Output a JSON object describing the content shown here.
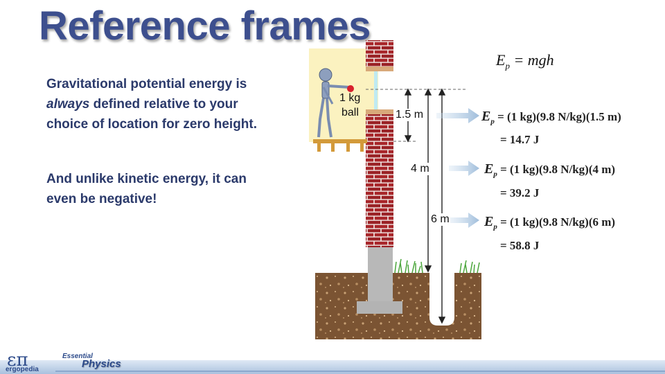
{
  "slide": {
    "title": "Reference frames",
    "para1_a": "Gravitational potential energy is ",
    "para1_em": "always",
    "para1_b": " defined relative to your choice of location for zero height.",
    "para2": "And unlike kinetic energy, it can even be negative!"
  },
  "figure": {
    "ball_label_1": "1 kg",
    "ball_label_2": "ball",
    "height_labels": [
      "1.5 m",
      "4 m",
      "6 m"
    ]
  },
  "equations": {
    "general": {
      "lhs": "E",
      "sub": "p",
      "rhs": " = mgh"
    },
    "rows": [
      {
        "E": "E",
        "sub": "p",
        "expr": " = (1 kg)(9.8 N/kg)(1.5 m)",
        "result": "= 14.7 J"
      },
      {
        "E": "E",
        "sub": "p",
        "expr": " = (1 kg)(9.8 N/kg)(4 m)",
        "result": "= 39.2 J"
      },
      {
        "E": "E",
        "sub": "p",
        "expr": " = (1 kg)(9.8 N/kg)(6 m)",
        "result": "= 58.8 J"
      }
    ]
  },
  "branding": {
    "logo_symbol": "επ",
    "logo_name": "ergopedia",
    "series_top": "Essential",
    "series_name": "Physics"
  },
  "colors": {
    "title": "#3d4f8e",
    "text": "#2b3a6b",
    "brick": "#a52a2a",
    "soil": "#7a5230",
    "concrete": "#b9b9b9",
    "arrow": "#a9c4de"
  }
}
